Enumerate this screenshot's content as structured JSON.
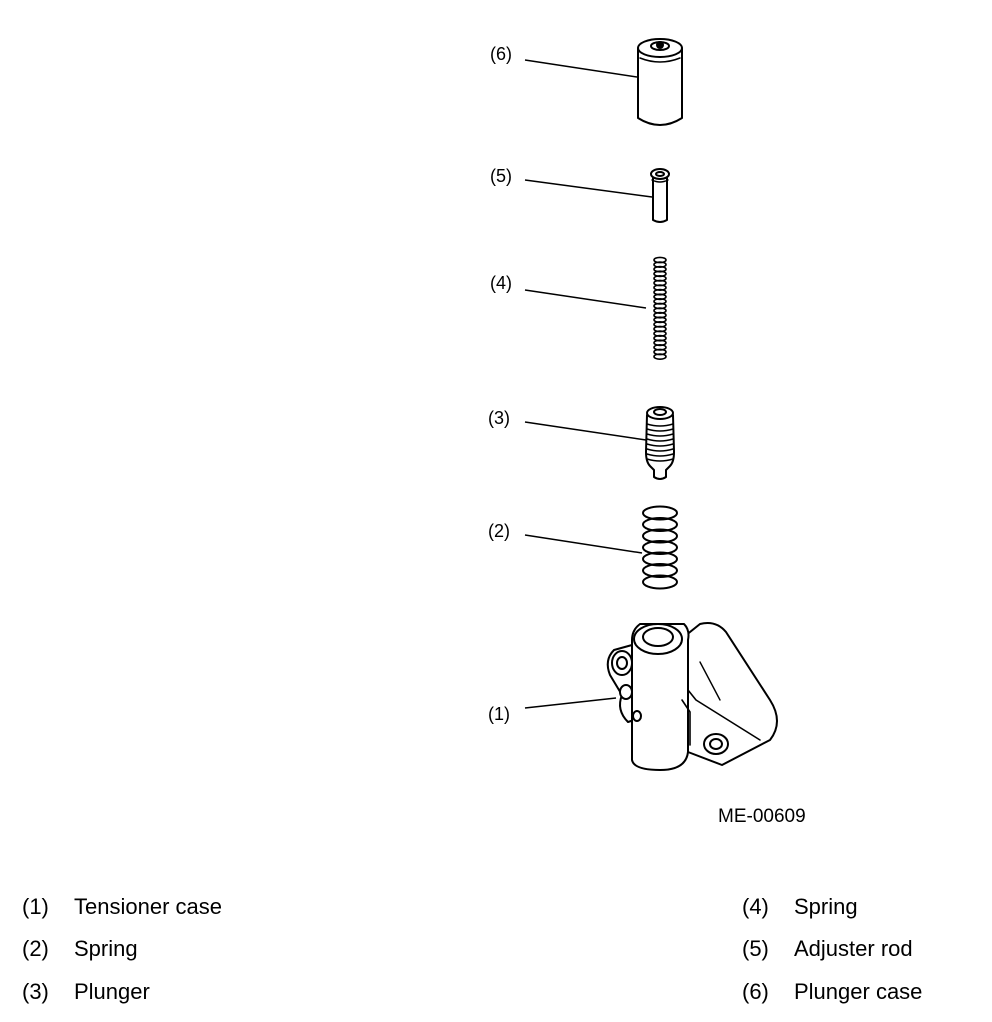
{
  "figure_code": "ME-00609",
  "callouts": [
    "(1)",
    "(2)",
    "(3)",
    "(4)",
    "(5)",
    "(6)"
  ],
  "legend": [
    {
      "num": "(1)",
      "label": "Tensioner case"
    },
    {
      "num": "(2)",
      "label": "Spring"
    },
    {
      "num": "(3)",
      "label": "Plunger"
    },
    {
      "num": "(4)",
      "label": "Spring"
    },
    {
      "num": "(5)",
      "label": "Adjuster rod"
    },
    {
      "num": "(6)",
      "label": "Plunger case"
    }
  ]
}
